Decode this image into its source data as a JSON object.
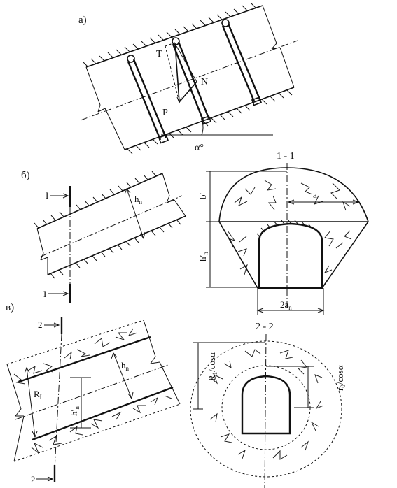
{
  "panel_a": {
    "label": "а)",
    "force_T": "T",
    "force_N": "N",
    "force_P": "P",
    "angle": "α°"
  },
  "panel_b": {
    "label": "б)",
    "section_mark": "I",
    "height_label": "h",
    "height_sub": "n",
    "section_title": "1 - 1",
    "b_prime": "b′",
    "a_label": "a",
    "h_prime": "h′",
    "h_prime_sub": "n",
    "width_label": "2a",
    "width_sub": "n"
  },
  "panel_c": {
    "label": "в)",
    "section_mark": "2",
    "height_label": "h",
    "height_sub": "n",
    "r_label": "R",
    "r_sub": "L",
    "h_prime": "h′",
    "h_prime_sub": "n",
    "section_title": "2 - 2",
    "r1_label": "R",
    "r1_sub": "1",
    "r1_cos": "/cosα",
    "r0_label": "r",
    "r0_sub": "0",
    "r0_cos": "/cosα"
  }
}
